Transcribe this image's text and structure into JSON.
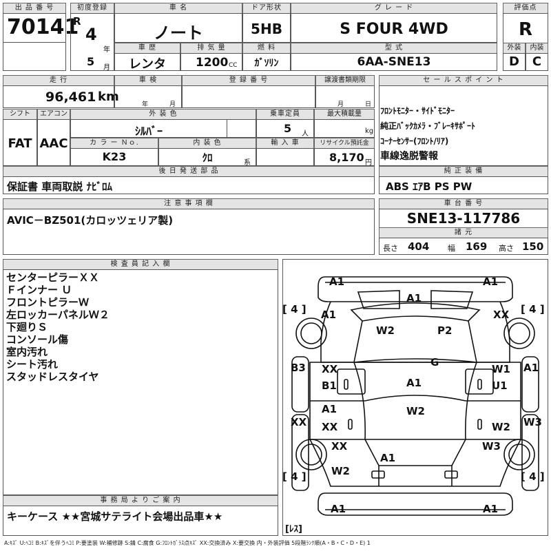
{
  "header": {
    "lot_label": "出 品 番 号",
    "lot_number": "70141",
    "first_reg_label": "初度登録",
    "era": "R",
    "year": "4",
    "year_unit": "年",
    "month": "5",
    "month_unit": "月",
    "car_name_label": "車 名",
    "car_name": "ノート",
    "door_label": "ドア形状",
    "door": "5HB",
    "grade_label": "グ レ ー ド",
    "grade": "S FOUR 4WD",
    "score_label": "評価点",
    "score": "R",
    "history_label": "車 歴",
    "history": "レンタ",
    "displacement_label": "排 気 量",
    "displacement": "1200",
    "displacement_unit": "CC",
    "fuel_label": "燃 料",
    "fuel": "ｶﾞｿﾘﾝ",
    "model_label": "型 式",
    "model": "6AA-SNE13",
    "exterior_label": "外装",
    "exterior_score": "D",
    "interior_label": "内装",
    "interior_score": "C"
  },
  "row2": {
    "mileage_label": "走 行",
    "mileage": "96,461",
    "mileage_unit": "km",
    "inspection_label": "車 検",
    "insp_year_unit": "年",
    "insp_month_unit": "月",
    "registration_label": "登 録 番 号",
    "transfer_label": "譲渡書類期限",
    "transfer_month_unit": "月",
    "transfer_day_unit": "日"
  },
  "row3": {
    "shift_label": "シフト",
    "shift": "FAT",
    "ac_label": "エアコン",
    "ac": "AAC",
    "color_label": "外 装 色",
    "color": "ｼﾙﾊﾞｰ",
    "capacity_label": "乗車定員",
    "capacity": "5",
    "capacity_unit": "人",
    "max_load_label": "最大積載量",
    "max_load_unit": "kg",
    "color_no_label": "カ ラ ー Ｎｏ.",
    "color_no": "K23",
    "interior_color_label": "内 装 色",
    "interior_color": "ｸﾛ",
    "interior_color_unit": "系",
    "import_label": "輸 入 車",
    "recycle_label": "リサイクル預託金",
    "recycle": "8,170",
    "recycle_unit": "円"
  },
  "sales": {
    "label": "セ ー ル ス ポ イ ン ト",
    "points": [
      "ﾌﾛﾝﾄﾓﾆﾀｰ・ｻｲﾄﾞﾓﾆﾀｰ",
      "純正ﾊﾞｯｸｶﾒﾗ・ﾌﾞﾚｰｷｻﾎﾟｰﾄ",
      "ｺｰﾅｰｾﾝｻｰ(ﾌﾛﾝﾄ/ﾘｱ)",
      "車線逸脱警報"
    ]
  },
  "accessories": {
    "label": "後 日 発 送 部 品",
    "value": "保証書 車両取説 ﾅﾋﾞﾛﾑ"
  },
  "equipment": {
    "label": "純 正 装 備",
    "value": "ABS ｴｱB PS PW"
  },
  "notes": {
    "label": "注 意 事 項 欄",
    "value": "AVIC－BZ501(カロッツェリア製)"
  },
  "chassis": {
    "label": "車 台 番 号",
    "value": "SNE13-117786",
    "dims_label": "諸 元",
    "length_label": "長さ",
    "length": "404",
    "width_label": "幅",
    "width": "169",
    "height_label": "高さ",
    "height": "150"
  },
  "inspector": {
    "label": "検 査 員 記 入 欄",
    "lines": [
      "センターピラーＸＸ",
      "Ｆインナー Ｕ",
      "フロントピラーＷ",
      "左ロッカーパネルＷ２",
      "下廻りＳ",
      "コンソール傷",
      "室内汚れ",
      "シート汚れ",
      "スタッドレスタイヤ"
    ]
  },
  "office": {
    "label": "事 務 局 よ り ご 案 内",
    "value": "キーケース ★★宮城サテライト会場出品車★★"
  },
  "diagram": {
    "tire_left": "[ 4 ]",
    "tire_right": "[ 4 ]",
    "tire_rear_left": "[ 4 ]",
    "tire_rear_right": "[ 4 ]",
    "spare": "[ﾚｽ]",
    "marks": {
      "front_bumper_left": "A1",
      "front_bumper_right": "A1",
      "windshield": "A1",
      "left_front_fender": "A1",
      "right_front_fender": "XX",
      "hood_left": "W2",
      "hood_right": "P2",
      "roof_g": "G",
      "left_pillar": "B3",
      "left_front_door_xx": "XX",
      "left_front_door_b1": "B1",
      "right_front_door_w1": "W1",
      "right_front_door_u1": "U1",
      "right_pillar": "A1",
      "roof_a1": "A1",
      "left_rear_door_a1": "A1",
      "left_rear_door_xx": "XX",
      "roof_w2": "W2",
      "right_rear_door": "W2",
      "left_rocker": "XX",
      "right_rocker": "W3",
      "left_rear_fender": "XX",
      "right_rear_fender": "W3",
      "trunk": "A1",
      "left_rear_quarter": "W2",
      "rear_bumper_left": "A1",
      "rear_bumper_right": "A1"
    }
  },
  "legend": "A:ｷｽﾞ U:ﾍｺﾐ B:ｷｽﾞを伴うﾍｺﾐ P:要塗装 W:補修跡 S:錆 C:腐食 G:ﾌﾛﾝﾄｶﾞﾗｽ点ｷｽﾞ XX:交換済み X:要交換 内・外装評価 5段階ﾗﾝｸ順(A・B・C・D・E) 1"
}
